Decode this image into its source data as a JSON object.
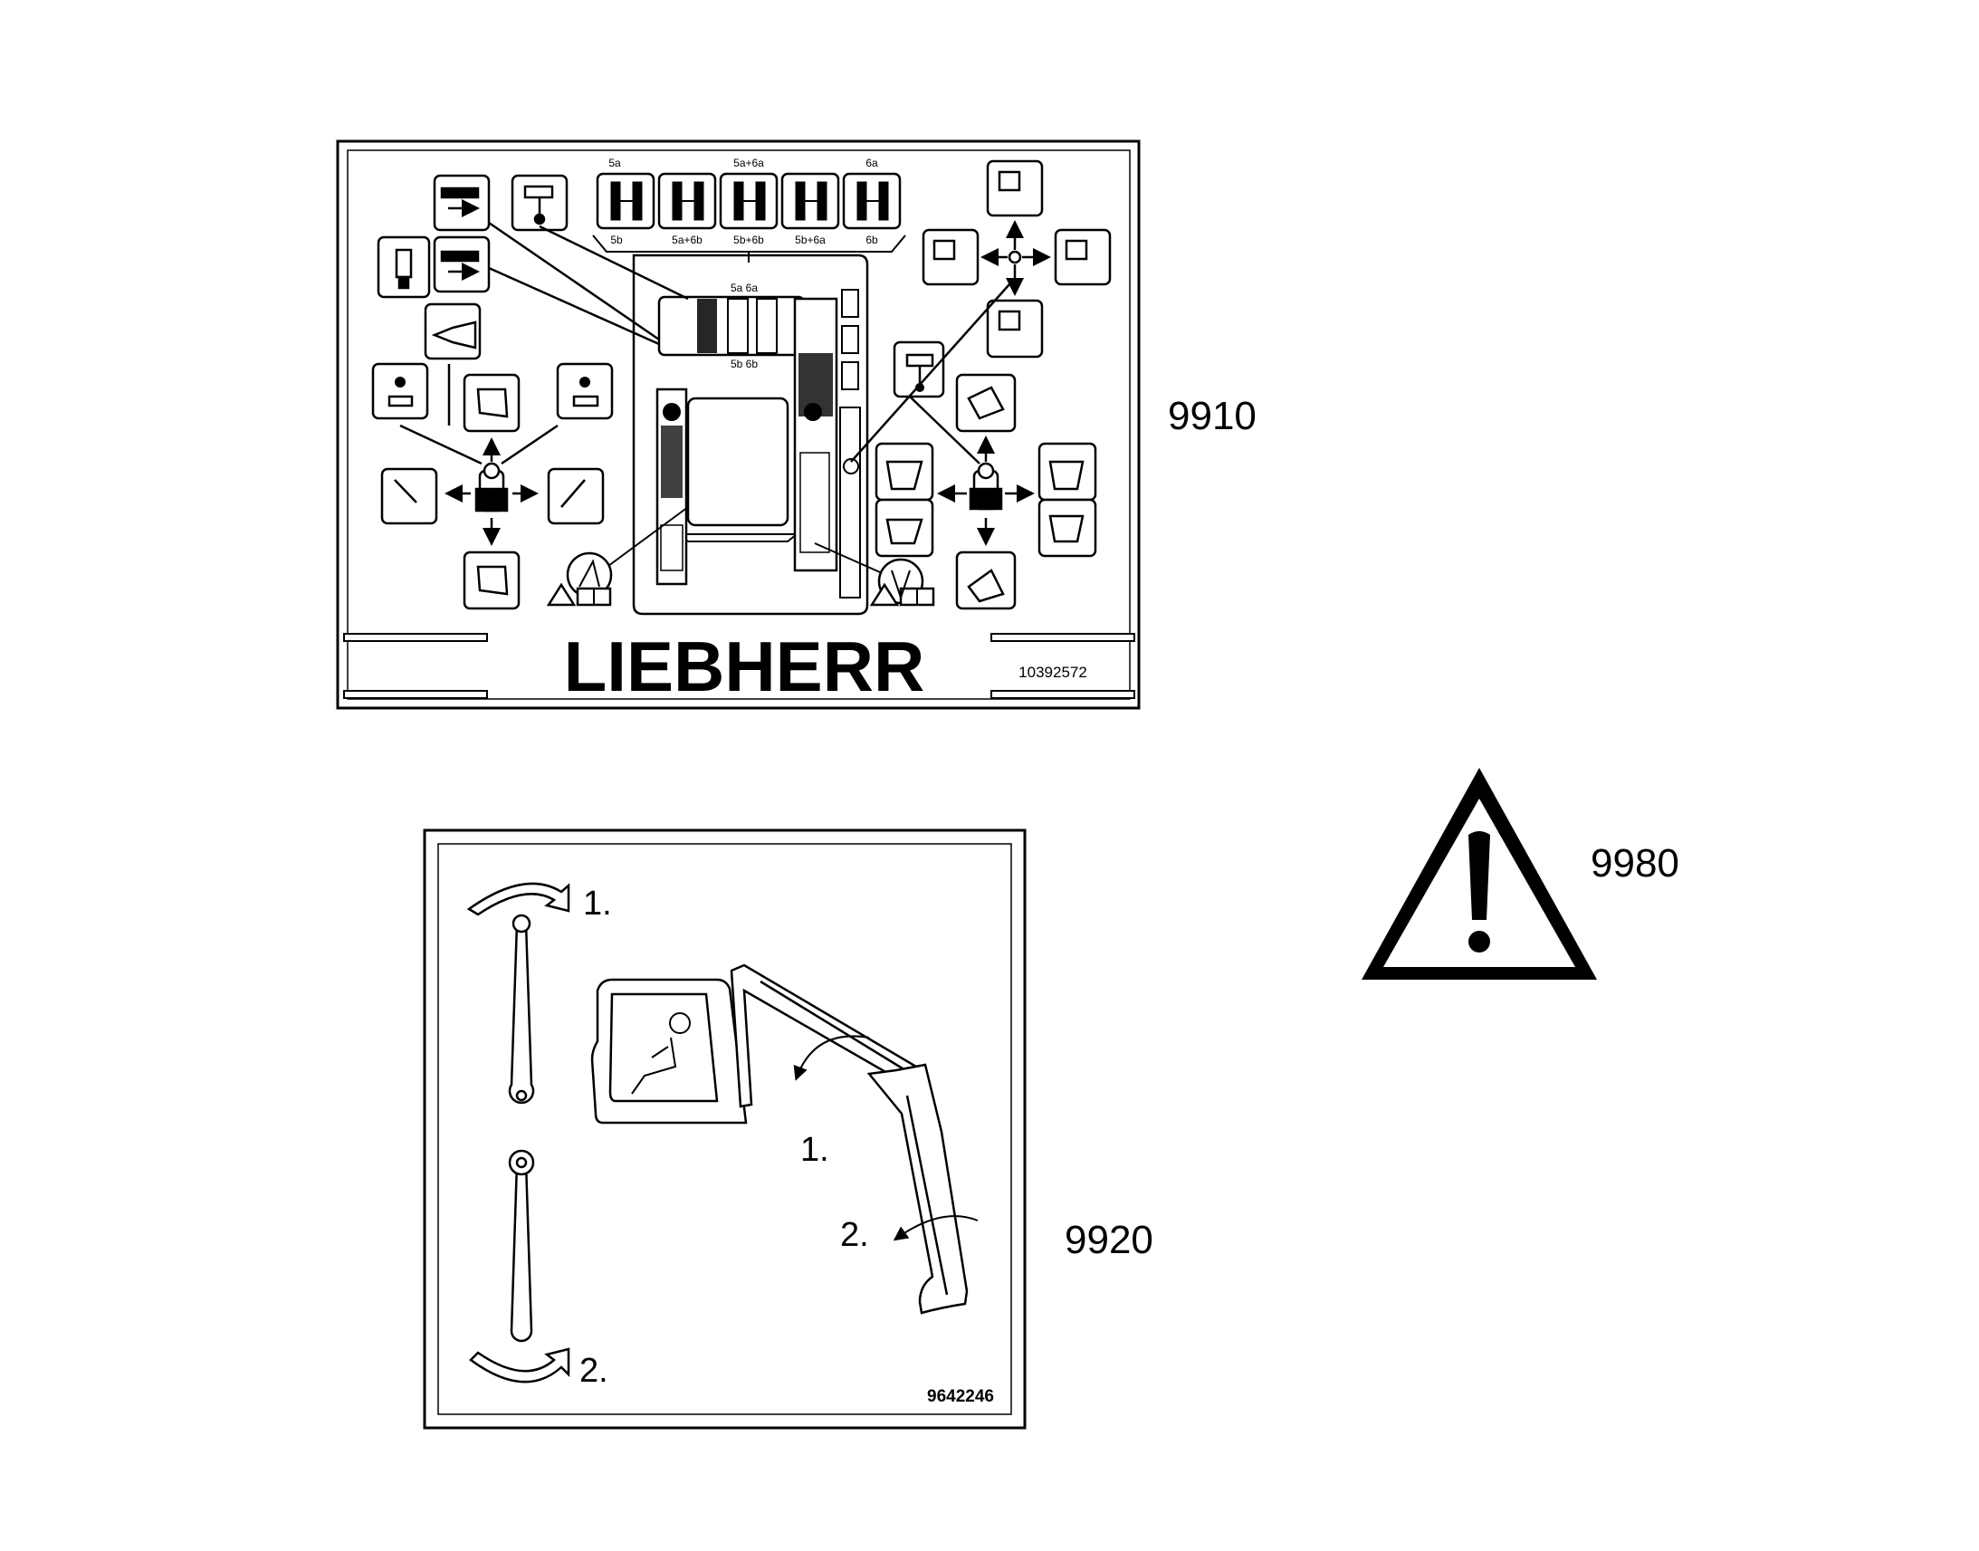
{
  "labels": {
    "decal_9910": {
      "ref": "9910",
      "brand": "LIEBHERR",
      "part_number": "10392572",
      "travel_top": [
        "5a",
        "5a+6a",
        "6a"
      ],
      "travel_bottom": [
        "5b",
        "5a+6b",
        "5b+6b",
        "5b+6a",
        "6b"
      ],
      "track_top": "5a  6a",
      "track_bottom": "5b  6b"
    },
    "decal_9920": {
      "ref": "9920",
      "part_number": "9642246",
      "step1_lever": "1.",
      "step2_lever": "2.",
      "step1_arm": "1.",
      "step2_arm": "2."
    },
    "warning_9980": {
      "ref": "9980",
      "icon": "warning-triangle-icon"
    }
  }
}
